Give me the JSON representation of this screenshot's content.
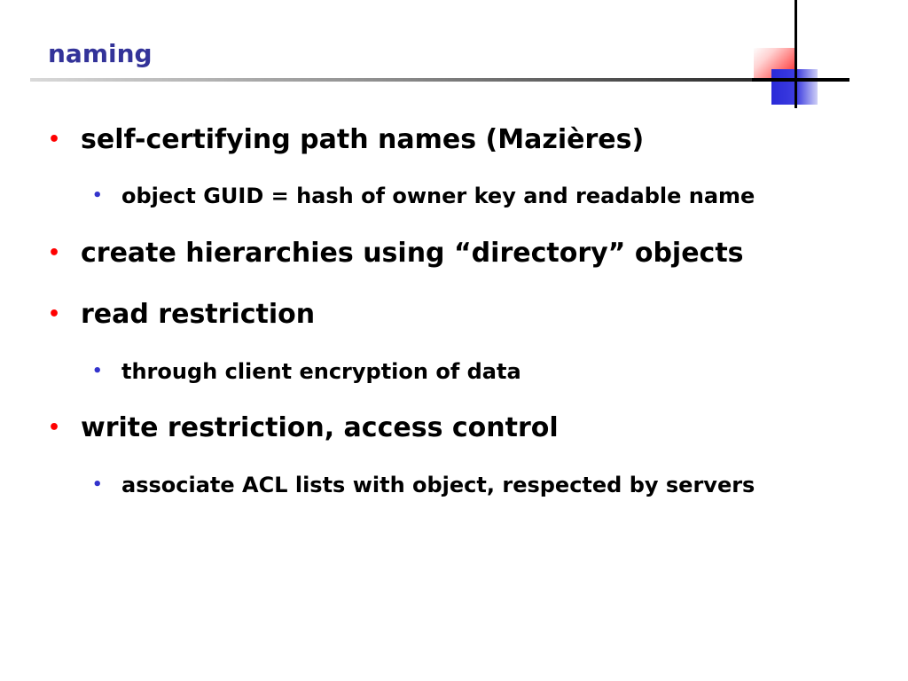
{
  "slide": {
    "title": "naming",
    "bullets": [
      {
        "level": 1,
        "marker": "•",
        "text": "self-certifying path names (Mazières)"
      },
      {
        "level": 2,
        "marker": "•",
        "text": "object GUID = hash of owner key and readable name"
      },
      {
        "level": 1,
        "marker": "•",
        "text": "create hierarchies using “directory” objects"
      },
      {
        "level": 1,
        "marker": "•",
        "text": "read restriction"
      },
      {
        "level": 2,
        "marker": "•",
        "text": "through client encryption of data"
      },
      {
        "level": 1,
        "marker": "•",
        "text": "write restriction, access control"
      },
      {
        "level": 2,
        "marker": "•",
        "text": "associate ACL lists with object, respected by servers"
      }
    ]
  },
  "colors": {
    "title": "#333399",
    "bullet_level1": "#ff0000",
    "bullet_level2": "#3333cc",
    "text": "#000000",
    "logo_red": "#f51c1c",
    "logo_blue": "#2a2ad8"
  },
  "icons": {
    "logo": "corporate-logo-icon"
  }
}
